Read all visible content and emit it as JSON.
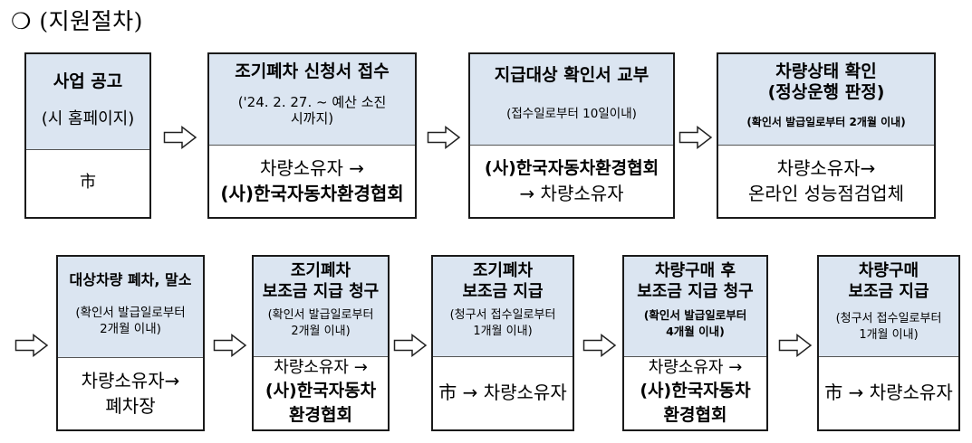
{
  "title": "❍ (지원절차)",
  "steps": [
    {
      "title": "사업 공고",
      "sub": "(시 홈페이지)",
      "actor": [
        "市"
      ]
    },
    {
      "title": "조기폐차 신청서 접수",
      "sub": [
        "('24. 2. 27. ~ 예산 소진",
        "시까지)"
      ],
      "actor": [
        "차량소유자 →",
        "(사)한국자동차환경협회"
      ]
    },
    {
      "title": "지급대상 확인서 교부",
      "sub": "(접수일로부터 10일이내)",
      "actor": [
        "(사)한국자동차환경협회",
        "→ 차량소유자"
      ]
    },
    {
      "title": [
        "차량상태 확인",
        "(정상운행 판정)"
      ],
      "sub": "(확인서 발급일로부터 2개월 이내)",
      "actor": [
        "차량소유자→",
        "온라인 성능점검업체"
      ]
    },
    {
      "title": "대상차량 폐차, 말소",
      "sub": [
        "(확인서 발급일로부터",
        "2개월 이내)"
      ],
      "actor": [
        "차량소유자→",
        "폐차장"
      ]
    },
    {
      "title": [
        "조기폐차",
        "보조금 지급 청구"
      ],
      "sub": [
        "(확인서 발급일로부터",
        "2개월 이내)"
      ],
      "actor": [
        "차량소유자 →",
        "(사)한국자동차",
        "환경협회"
      ]
    },
    {
      "title": [
        "조기폐차",
        "보조금 지급"
      ],
      "sub": [
        "(청구서 접수일로부터",
        "1개월 이내)"
      ],
      "actor": [
        "市 → 차량소유자"
      ]
    },
    {
      "title": [
        "차량구매 후",
        "보조금 지급 청구"
      ],
      "sub": [
        "(확인서 발급일로부터",
        "4개월 이내)"
      ],
      "actor": [
        "차량소유자 →",
        "(사)한국자동차",
        "환경협회"
      ]
    },
    {
      "title": [
        "차량구매",
        "보조금 지급"
      ],
      "sub": [
        "(청구서 접수일로부터",
        "1개월 이내)"
      ],
      "actor": [
        "市 → 차량소유자"
      ]
    }
  ]
}
